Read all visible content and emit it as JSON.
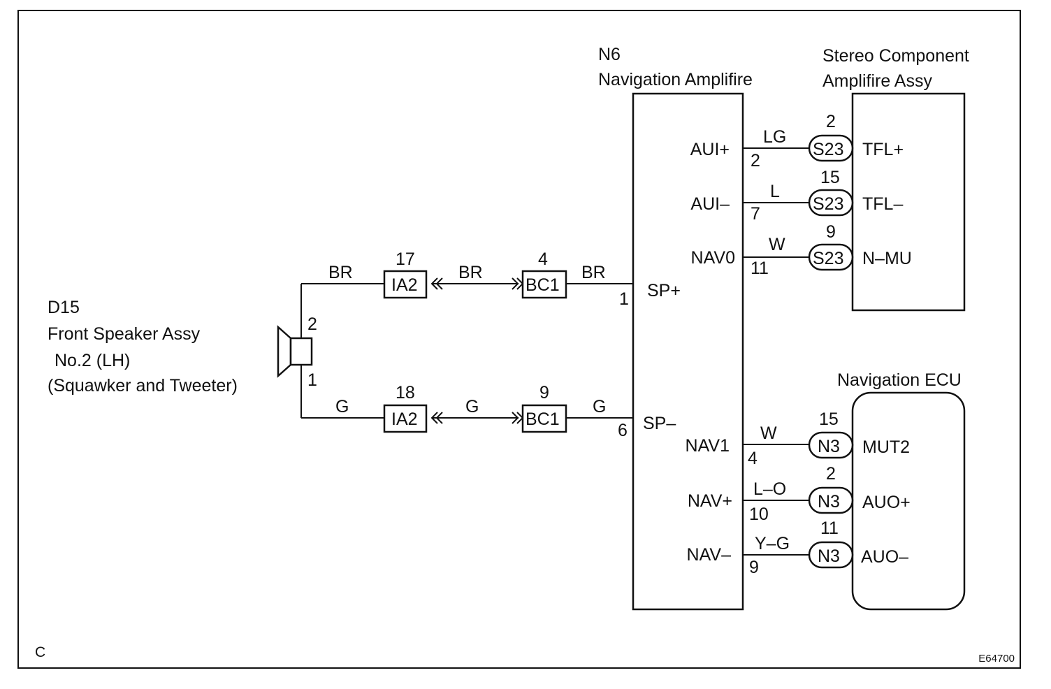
{
  "corner_letter": "C",
  "figure_code": "E64700",
  "speaker": {
    "code": "D15",
    "name": "Front Speaker Assy",
    "sub": "No.2 (LH)",
    "desc": "(Squawker and Tweeter)",
    "pin_top": "2",
    "pin_bottom": "1"
  },
  "amp": {
    "code": "N6",
    "name": "Navigation Amplifire",
    "pins": {
      "aui_plus": {
        "label": "AUI+",
        "num": "2"
      },
      "aui_minus": {
        "label": "AUI–",
        "num": "7"
      },
      "nav0": {
        "label": "NAV0",
        "num": "11"
      },
      "sp_plus": {
        "label": "SP+",
        "num": "1"
      },
      "sp_minus": {
        "label": "SP–",
        "num": "6"
      },
      "nav1": {
        "label": "NAV1",
        "num": "4"
      },
      "nav_plus": {
        "label": "NAV+",
        "num": "10"
      },
      "nav_minus": {
        "label": "NAV–",
        "num": "9"
      }
    }
  },
  "stereo": {
    "name_line1": "Stereo Component",
    "name_line2": "Amplifire Assy",
    "pins": {
      "tfl_plus": {
        "label": "TFL+",
        "num": "2",
        "connector": "S23",
        "wire": "LG"
      },
      "tfl_minus": {
        "label": "TFL–",
        "num": "15",
        "connector": "S23",
        "wire": "L"
      },
      "n_mu": {
        "label": "N–MU",
        "num": "9",
        "connector": "S23",
        "wire": "W"
      }
    }
  },
  "ecu": {
    "name": "Navigation ECU",
    "pins": {
      "mut2": {
        "label": "MUT2",
        "num": "15",
        "connector": "N3",
        "wire": "W"
      },
      "auo_plus": {
        "label": "AUO+",
        "num": "2",
        "connector": "N3",
        "wire": "L–O"
      },
      "auo_minus": {
        "label": "AUO–",
        "num": "11",
        "connector": "N3",
        "wire": "Y–G"
      }
    }
  },
  "speaker_top_run": {
    "wire1": "BR",
    "conn1": "IA2",
    "conn1_num": "17",
    "wire2": "BR",
    "conn2": "BC1",
    "conn2_num": "4",
    "wire3": "BR"
  },
  "speaker_bottom_run": {
    "wire1": "G",
    "conn1": "IA2",
    "conn1_num": "18",
    "wire2": "G",
    "conn2": "BC1",
    "conn2_num": "9",
    "wire3": "G"
  }
}
